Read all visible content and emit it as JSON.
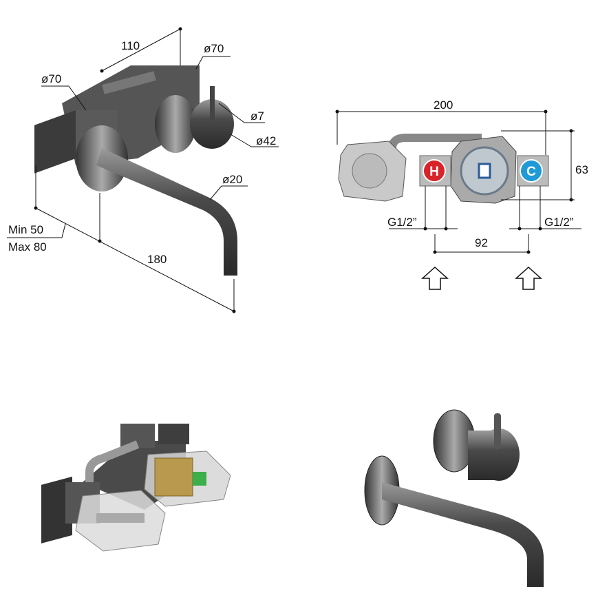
{
  "side_view": {
    "dims": {
      "width_110": "110",
      "dia_70_right": "ø70",
      "dia_70_left": "ø70",
      "dia_7": "ø7",
      "dia_42": "ø42",
      "dia_20": "ø20",
      "min": "Min 50",
      "max": "Max 80",
      "length_180": "180"
    }
  },
  "top_view": {
    "dims": {
      "width_200": "200",
      "height_63": "63",
      "thread_left": "G1/2”",
      "thread_right": "G1/2”",
      "spacing_92": "92"
    },
    "hot_label": "H",
    "cold_label": "C",
    "colors": {
      "hot": "#d8232a",
      "cold": "#1e9bd7"
    }
  }
}
